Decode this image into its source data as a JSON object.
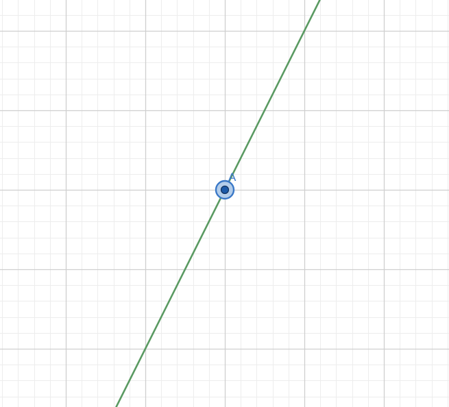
{
  "graph": {
    "line": {
      "color": "#5a9a62",
      "slope": 2,
      "passes_through": "A"
    },
    "point": {
      "label": "A",
      "x": 0,
      "y": 0,
      "fill_color": "#1c5aa8",
      "ring_color": "#3a78c7",
      "halo_color": "#b3cdea",
      "selected": true
    },
    "grid": {
      "visible": true,
      "major_color": "#cfcfcf",
      "minor_color": "#ededed",
      "subdivisions": 5
    }
  }
}
